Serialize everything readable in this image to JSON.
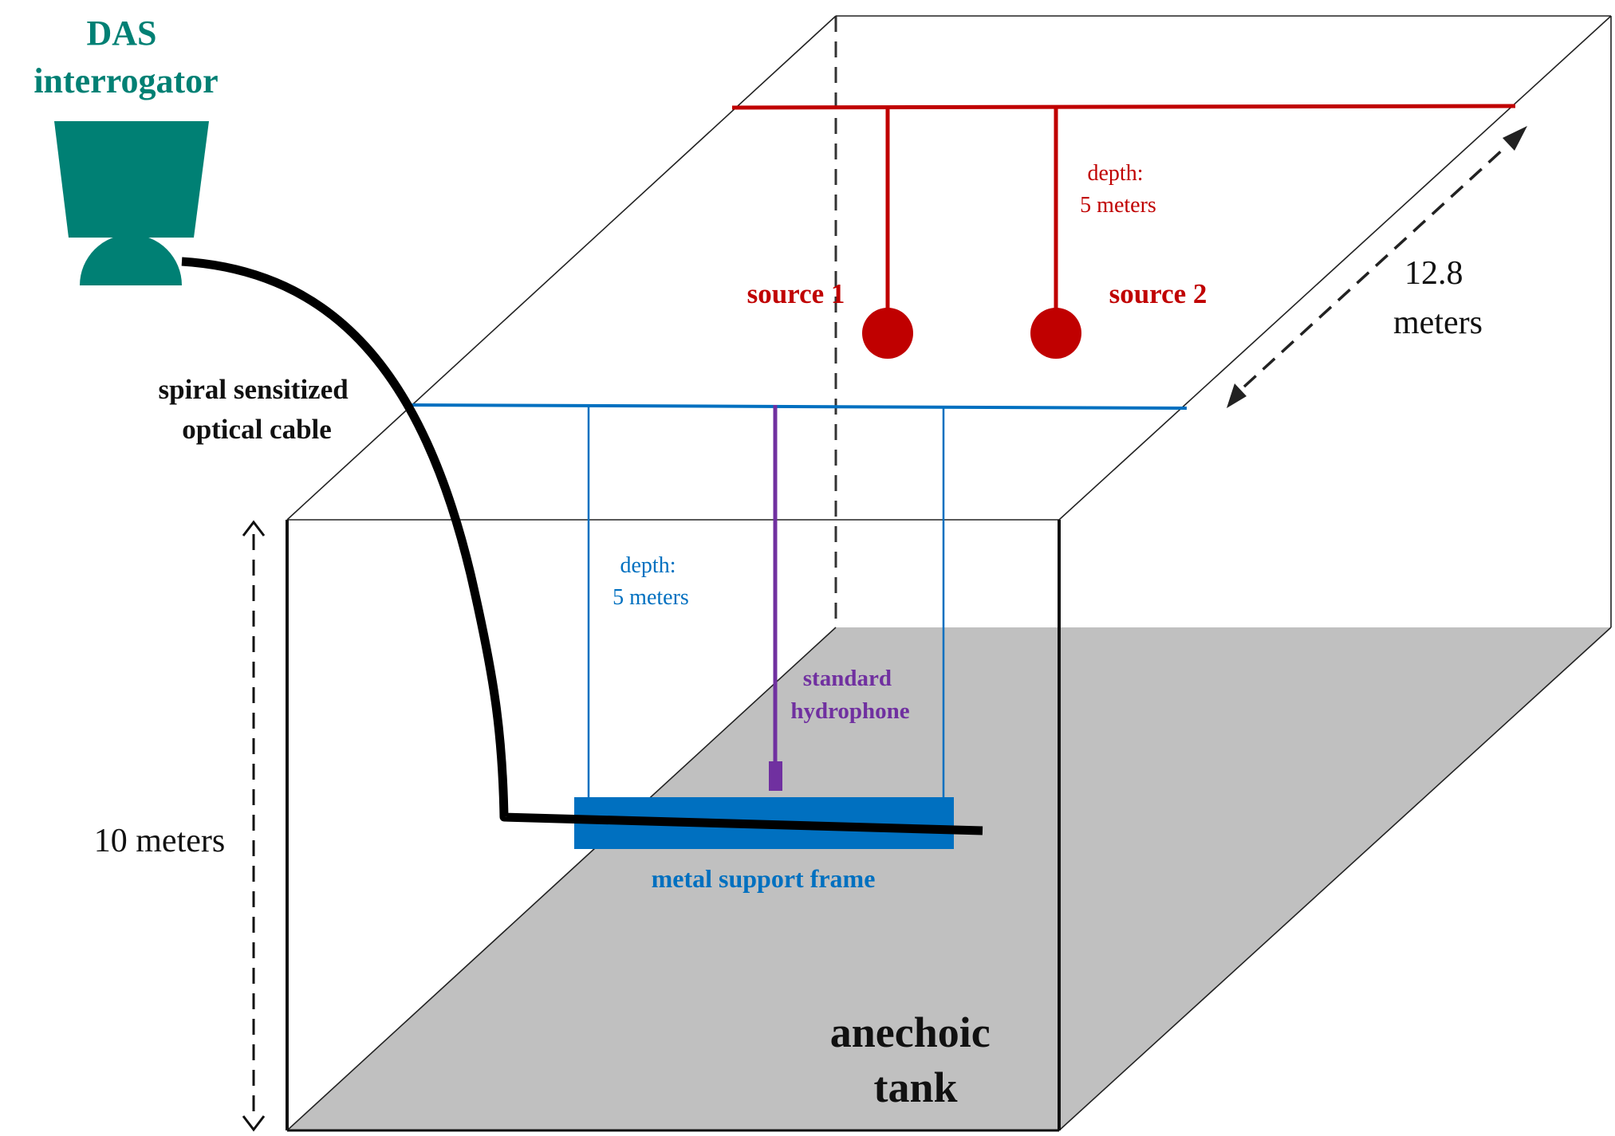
{
  "interrogator": {
    "line1": "DAS",
    "line2": "interrogator"
  },
  "cable": {
    "line1": "spiral sensitized",
    "line2": "optical cable"
  },
  "sources": {
    "source1": "source 1",
    "source2": "source 2"
  },
  "source_depth": {
    "line1": "depth:",
    "line2": "5 meters"
  },
  "frame_depth": {
    "line1": "depth:",
    "line2": "5 meters"
  },
  "hydrophone": {
    "line1": "standard",
    "line2": "hydrophone"
  },
  "frame": {
    "label": "metal support frame"
  },
  "dimensions": {
    "width_value": "12.8",
    "width_unit": "meters",
    "height": "10 meters"
  },
  "tank": {
    "line1": "anechoic",
    "line2": "tank"
  },
  "colors": {
    "teal": "#008074",
    "red": "#c00000",
    "blue": "#0070c0",
    "purple": "#7030a0",
    "floor": "#c0c0c0"
  }
}
